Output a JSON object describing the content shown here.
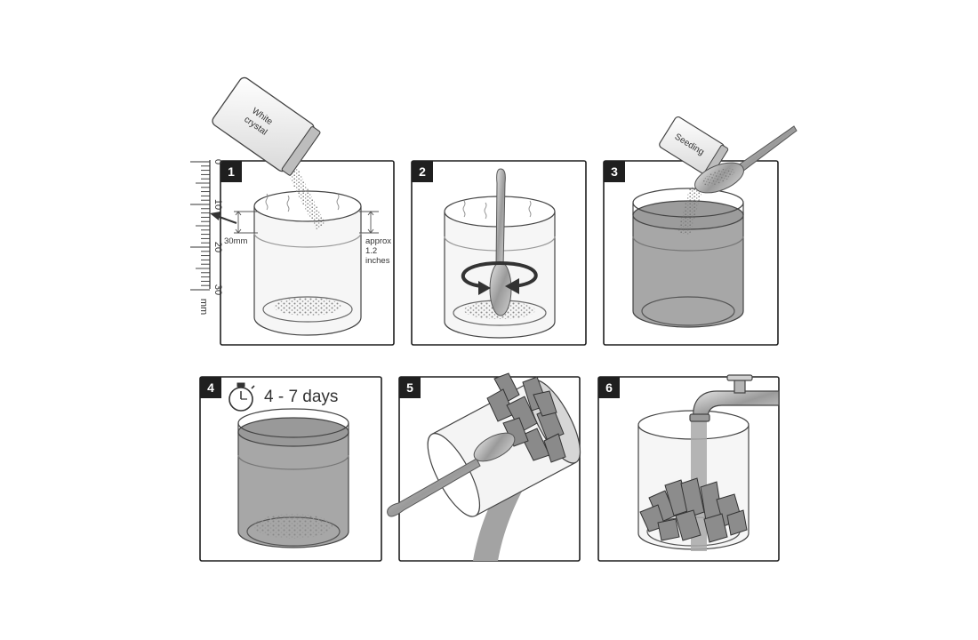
{
  "colors": {
    "frame": "#1f1f1f",
    "badge": "#1f1f1f",
    "glass_stroke": "#444444",
    "solution": "#9e9e9e",
    "crystal": "#7d7d7d",
    "stream": "#a3a3a3"
  },
  "steps": [
    {
      "number": "1",
      "packet_label_line1": "White",
      "packet_label_line2": "crystal",
      "left_measure": "30mm",
      "right_measure_line1": "approx",
      "right_measure_line2": "1.2",
      "right_measure_line3": "inches"
    },
    {
      "number": "2"
    },
    {
      "number": "3",
      "packet_label": "Seeding"
    },
    {
      "number": "4",
      "duration": "4 - 7 days"
    },
    {
      "number": "5"
    },
    {
      "number": "6"
    }
  ],
  "ruler": {
    "ticks": [
      "0",
      "10",
      "20",
      "30"
    ],
    "unit": "mm"
  },
  "icons": [
    "packet-icon",
    "spoon-icon",
    "stir-arrow-icon",
    "stopwatch-icon",
    "faucet-icon",
    "crystal-cluster-icon",
    "ruler-icon"
  ]
}
